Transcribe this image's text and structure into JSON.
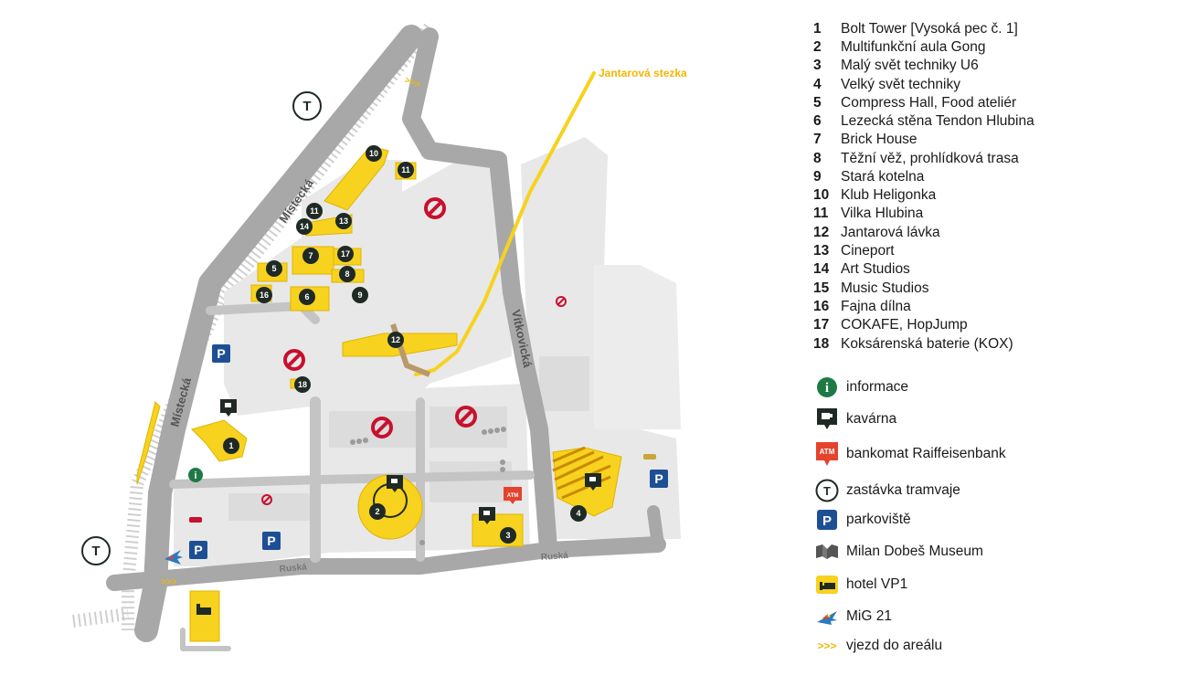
{
  "map": {
    "streets": {
      "mistecka_upper": "Místecká",
      "mistecka_lower": "Místecká",
      "vitkovicka": "Vítkovická",
      "ruska_left": "Ruská",
      "ruska_right": "Ruská"
    },
    "trail_label": "Jantarová stezka",
    "entry_arrows": ">>>",
    "badges": [
      "1",
      "2",
      "3",
      "4",
      "5",
      "6",
      "7",
      "8",
      "9",
      "10",
      "11",
      "11",
      "12",
      "13",
      "14",
      "16",
      "17",
      "18"
    ],
    "colors": {
      "building": "#f7d21e",
      "area": "#e6e6e6",
      "road": "#a8a8a8",
      "badge": "#1f2a24",
      "no_entry": "#c8102e",
      "parking": "#1e4f95",
      "info": "#1e7a45",
      "atm": "#e4432d",
      "trail": "#f7d21e"
    }
  },
  "legend": {
    "items": [
      {
        "num": "1",
        "label": "Bolt Tower [Vysoká pec č. 1]"
      },
      {
        "num": "2",
        "label": "Multifunkční aula Gong"
      },
      {
        "num": "3",
        "label": "Malý svět techniky U6"
      },
      {
        "num": "4",
        "label": "Velký svět techniky"
      },
      {
        "num": "5",
        "label": "Compress Hall, Food ateliér"
      },
      {
        "num": "6",
        "label": "Lezecká stěna Tendon Hlubina"
      },
      {
        "num": "7",
        "label": "Brick House"
      },
      {
        "num": "8",
        "label": "Těžní věž, prohlídková trasa"
      },
      {
        "num": "9",
        "label": "Stará kotelna"
      },
      {
        "num": "10",
        "label": "Klub Heligonka"
      },
      {
        "num": "11",
        "label": "Vilka Hlubina"
      },
      {
        "num": "12",
        "label": "Jantarová lávka"
      },
      {
        "num": "13",
        "label": "Cineport"
      },
      {
        "num": "14",
        "label": "Art Studios"
      },
      {
        "num": "15",
        "label": "Music Studios"
      },
      {
        "num": "16",
        "label": "Fajna dílna"
      },
      {
        "num": "17",
        "label": "COKAFE, HopJump"
      },
      {
        "num": "18",
        "label": "Koksárenská baterie (KOX)"
      }
    ],
    "keys": [
      {
        "icon": "info-icon",
        "label": "informace"
      },
      {
        "icon": "coffee-icon",
        "label": "kavárna"
      },
      {
        "icon": "atm-icon",
        "label": "bankomat Raiffeisenbank",
        "icon_text": "ATM"
      },
      {
        "icon": "tram-icon",
        "label": "zastávka tramvaje",
        "icon_text": "T"
      },
      {
        "icon": "parking-icon",
        "label": "parkoviště",
        "icon_text": "P"
      },
      {
        "icon": "museum-icon",
        "label": "Milan Dobeš Museum"
      },
      {
        "icon": "hotel-icon",
        "label": "hotel VP1"
      },
      {
        "icon": "jet-icon",
        "label": "MiG 21"
      },
      {
        "icon": "entry-arrows-icon",
        "label": "vjezd do areálu",
        "icon_text": ">>>"
      }
    ]
  }
}
